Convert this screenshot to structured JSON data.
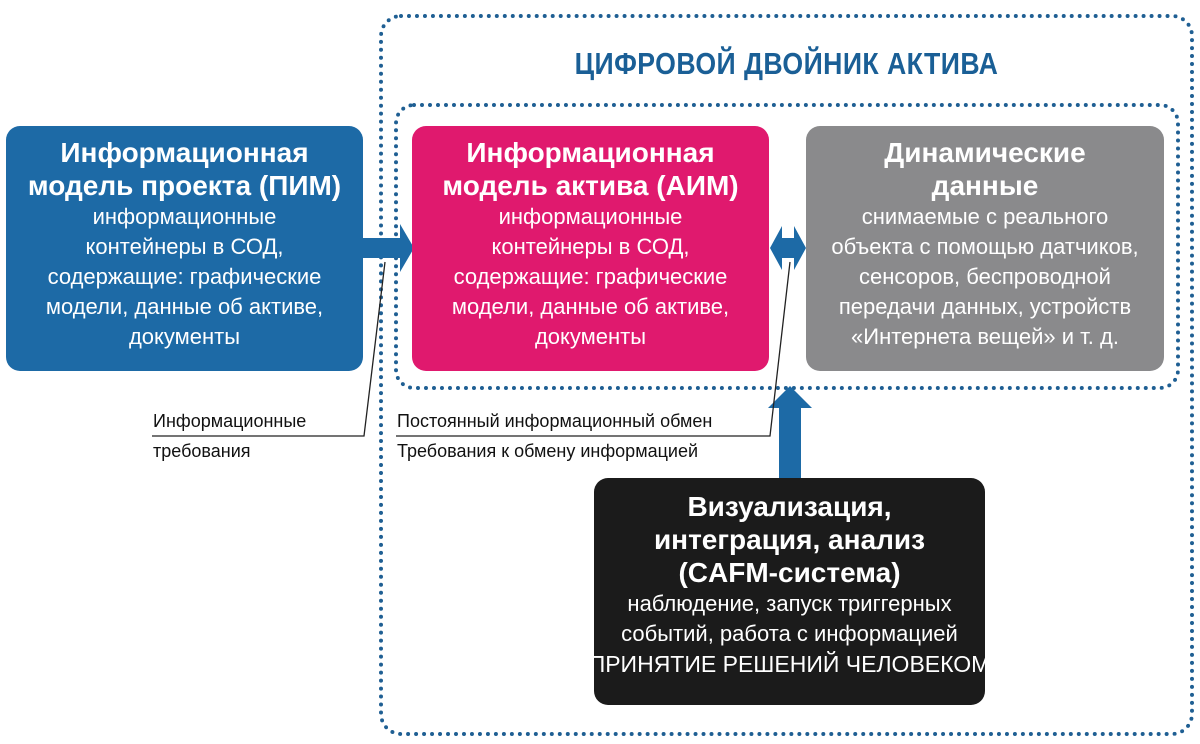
{
  "twin": {
    "title": "ЦИФРОВОЙ ДВОЙНИК АКТИВА"
  },
  "pim": {
    "title": [
      "Информационная",
      "модель проекта (ПИМ)"
    ],
    "body": [
      "информационные",
      "контейнеры в СОД,",
      "содержащие: графические",
      "модели, данные об активе,",
      "документы"
    ]
  },
  "aim": {
    "title": [
      "Информационная",
      "модель актива (АИМ)"
    ],
    "body": [
      "информационные",
      "контейнеры в СОД,",
      "содержащие: графические",
      "модели, данные об активе,",
      "документы"
    ]
  },
  "dynamic": {
    "title": [
      "Динамические",
      "данные"
    ],
    "body": [
      "снимаемые с реального",
      "объекта с помощью датчиков,",
      "сенсоров, беспроводной",
      "передачи данных, устройств",
      "«Интернета вещей» и т. д."
    ]
  },
  "cafm": {
    "title": [
      "Визуализация,",
      "интеграция, анализ",
      "(CAFM-система)"
    ],
    "body": [
      "наблюдение, запуск триггерных",
      "событий, работа с информацией"
    ],
    "caps": "ПРИНЯТИЕ РЕШЕНИЙ ЧЕЛОВЕКОМ"
  },
  "labels": {
    "info_requirements": [
      "Информационные",
      "требования"
    ],
    "exchange_constant": "Постоянный информационный обмен",
    "exchange_requirements": "Требования к обмену информацией"
  },
  "colors": {
    "frame": "#1f5f93",
    "pim": "#1d6aa6",
    "aim": "#e0196e",
    "dynamic": "#8a8a8c",
    "cafm": "#1b1b1b",
    "arrow": "#1d6aa6"
  }
}
